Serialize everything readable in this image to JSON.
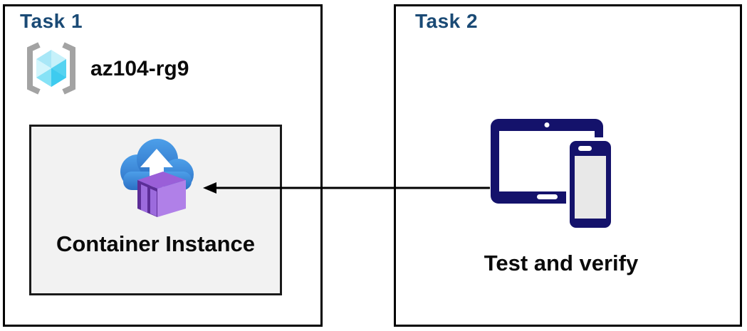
{
  "task1": {
    "title": "Task 1",
    "resource_group_name": "az104-rg9",
    "container_label": "Container Instance"
  },
  "task2": {
    "title": "Task 2",
    "caption": "Test and verify"
  },
  "icons": {
    "resource_group": "resource-group-icon",
    "container_instance": "container-instance-icon",
    "devices": "tablet-phone-devices-icon",
    "arrow": "arrow-left-icon"
  },
  "colors": {
    "title_navy": "#1a4a75",
    "box_border": "#000000",
    "inner_box_bg": "#f2f2f2",
    "device_navy": "#14126b",
    "text_black": "#0a0a0a",
    "bracket_gray": "#a3a3a3",
    "cloud_blue_top": "#4d9fe9",
    "cloud_blue_bottom": "#2b6fc4",
    "container_purple_light": "#b080e8",
    "container_purple_dark": "#5c2d97",
    "cube_cyan": "#55d3f1"
  }
}
